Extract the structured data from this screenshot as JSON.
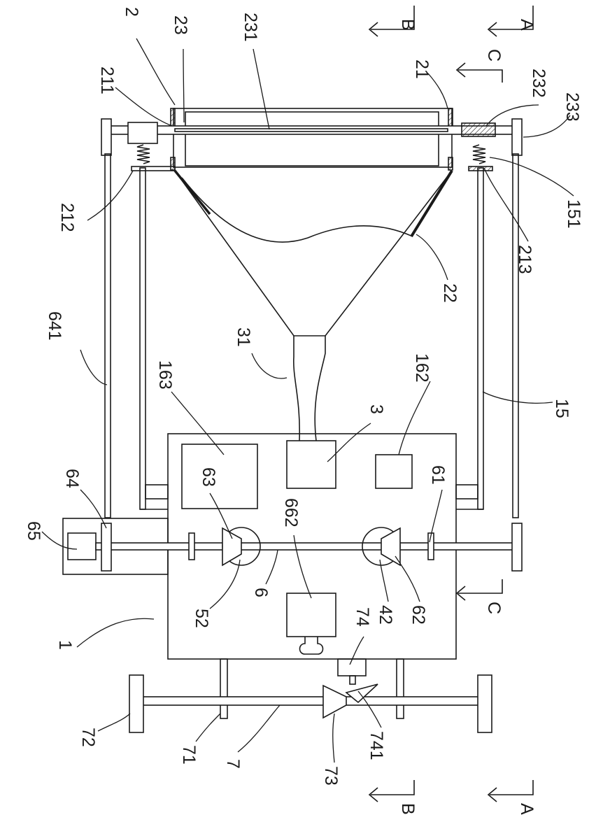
{
  "labels": {
    "l1": "1",
    "l2": "2",
    "l3": "3",
    "l6": "6",
    "l7": "7",
    "l15": "15",
    "l21": "21",
    "l22": "22",
    "l23": "23",
    "l31": "31",
    "l42": "42",
    "l52": "52",
    "l61": "61",
    "l62": "62",
    "l63": "63",
    "l64": "64",
    "l65": "65",
    "l71": "71",
    "l72": "72",
    "l73": "73",
    "l74": "74",
    "l151": "151",
    "l162": "162",
    "l163": "163",
    "l211": "211",
    "l212": "212",
    "l213": "213",
    "l231": "231",
    "l232": "232",
    "l233": "233",
    "l641": "641",
    "l662": "662",
    "l741": "741"
  },
  "section_marks": {
    "a_top": "A",
    "a_bottom": "A",
    "b_top": "B",
    "b_bottom": "B",
    "c_top": "C",
    "c_bottom": "C"
  }
}
